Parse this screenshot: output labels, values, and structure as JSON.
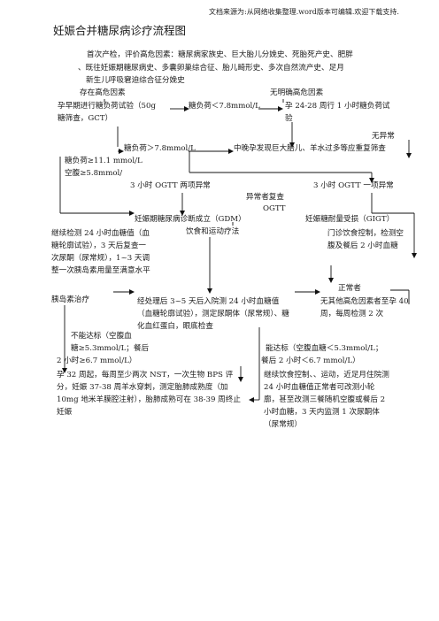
{
  "header": "文档来源为:从网络收集整理.word版本可编辑.欢迎下载支持.",
  "title": "妊娠合并糖尿病诊疗流程图",
  "nodes": {
    "intro": [
      "首次产检，评价高危因素：糖尿病家族史、巨大胎儿分娩史、死胎死产史、肥胖",
      "、既往妊娠期糖尿病史、多囊卵巢综合征、胎儿畸形史、多次自然流产史、足月",
      "新生儿呼吸窘迫综合征分娩史"
    ],
    "high_risk": "存在高危因素",
    "no_high_risk": "无明确高危因素",
    "early_test": [
      "孕早期进行糖负荷试验（50g",
      "糖筛查，GCT）"
    ],
    "load_lt": "糖负荷＜7.8mmol/L",
    "wk24": [
      "孕 24-28 周行 1 小时糖负荷试",
      "验"
    ],
    "abnormal": "无异常",
    "load_gt": "糖负荷＞7.8mmol/L",
    "late_found": "中晚孕发现巨大胎儿、羊水过多等应重复筛查",
    "load_ge": [
      "糖负荷≥11.1 mmol/L",
      "空腹≥5.8mmol/"
    ],
    "ogtt_two": "3 小时 OGTT 两项异常",
    "ogtt_recheck": [
      "异常者复查",
      "OGTT"
    ],
    "ogtt_one": "3 小时 OGTT 一项异常",
    "gdm": "妊娠期糖尿病诊断成立（GDM）",
    "igt": "妊娠糖耐量受损（GIGT）",
    "monitor": "继续检测 24 小时血糖值（血糖轮廓试验），3 天后复查一次尿酮（尿常规），1~3 天调整一次胰岛素用量至满意水平",
    "diet": "饮食和运动疗法",
    "clinic": "门诊饮食控制，检测空腹及餐后 2 小时血糖",
    "normal": "正常者",
    "insulin": "胰岛素治疗",
    "after3": "经处理后 3~5 天后入院测 24 小时血糖值（血糖轮廓试验），测定尿酮体（尿常规）、糖化血红蛋白，眼底检查",
    "other_risk": "无其他高危因素者至孕 40 周，每周检测 2 次",
    "not_reach": [
      "不能达标（空腹血",
      "糖≥5.3mmol/L；餐后",
      "2 小时≥6.7 mmol/L）"
    ],
    "reach": [
      "能达标（空腹血糖＜5.3mmol/L；",
      "餐后 2 小时＜6.7 mmol/L）"
    ],
    "wk32": "孕 32 周起，每周至少两次 NST，一次生物 BPS 评分，妊娠 37-38 周羊水穿刺，测定胎肺成熟度（加 10mg 地米羊膜腔注射），胎肺成熟可在 38-39 周终止妊娠",
    "cont_diet": "继续饮食控制、、运动，近足月住院测 24 小时血糖值正常者可改测小轮廓，甚至改测三餐随机空腹或餐后 2 小时血糖，3 天内监测 1 次尿酮体（尿常规）"
  }
}
